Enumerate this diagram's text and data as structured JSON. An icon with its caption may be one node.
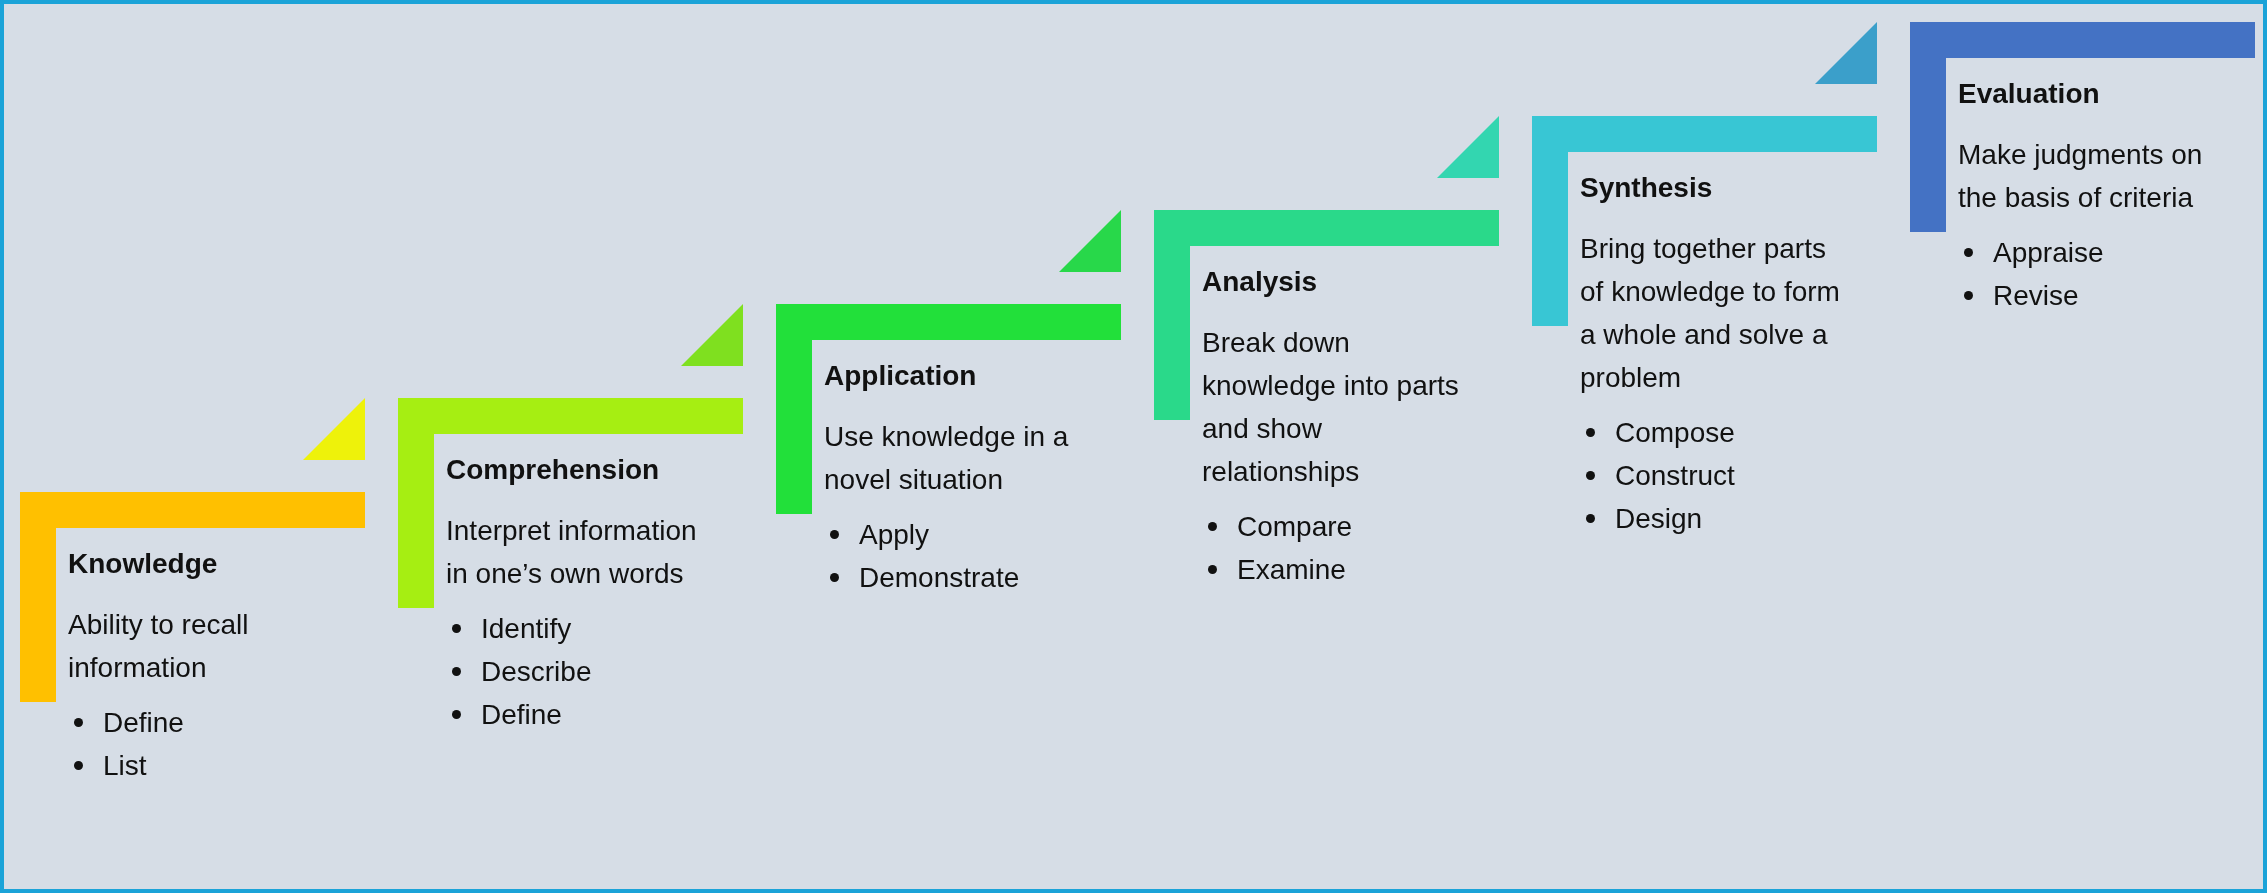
{
  "diagram": {
    "nodes": [
      {
        "text": [
          "Knowledge",
          "Ability to recall information",
          "Define",
          "List"
        ]
      },
      {
        "text": [
          "Comprehension",
          "Interpret information in one’s own words",
          "Identify",
          "Describe",
          "Define"
        ]
      },
      {
        "text": [
          "Application",
          "Use knowledge in a novel situation",
          "Apply",
          "Demonstrate"
        ]
      },
      {
        "text": [
          "Analysis",
          "Break down knowledge into parts and show relationships",
          "Compare",
          "Examine"
        ]
      },
      {
        "text": [
          "Synthesis",
          "Bring together parts of knowledge to form a whole and solve a problem",
          "Compose",
          "Construct",
          "Design"
        ]
      },
      {
        "text": [
          "Evaluation",
          "Make judgments on the basis of criteria",
          "Appraise",
          "Revise"
        ]
      }
    ]
  }
}
